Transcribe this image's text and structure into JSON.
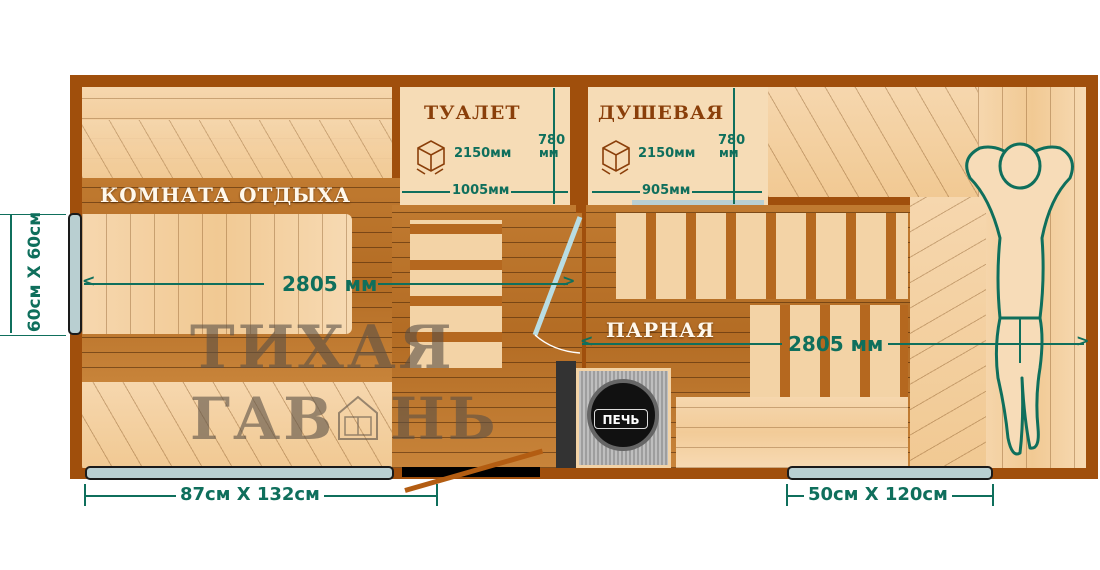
{
  "rooms": {
    "rest_room": {
      "label": "КОМНАТА ОТДЫХА"
    },
    "toilet": {
      "label": "ТУАЛЕТ",
      "height": "2150мм",
      "depth_value": "780",
      "depth_unit": "мм",
      "width": "1005мм"
    },
    "shower": {
      "label": "ДУШЕВАЯ",
      "height": "2150мм",
      "depth_value": "780",
      "depth_unit": "мм",
      "width": "905мм"
    },
    "steam_room": {
      "label": "ПАРНАЯ"
    }
  },
  "dimensions": {
    "rest_bench_length": "2805 мм",
    "steam_bench_length": "2805 мм",
    "left_window": "60см Х 60см",
    "bottom_left_window": "87см Х 132см",
    "bottom_right_window": "50см Х 120см"
  },
  "stove": {
    "label": "ПЕЧЬ"
  },
  "watermark": {
    "line1": "ТИХАЯ",
    "line2a": "ГАВ",
    "line2b": "НЬ"
  },
  "colors": {
    "wall": "#a04f0c",
    "dimension": "#0f6f5c",
    "window": "#b9cfd1",
    "pine": "#f2cb98",
    "dark_wood": "#b36c24"
  }
}
